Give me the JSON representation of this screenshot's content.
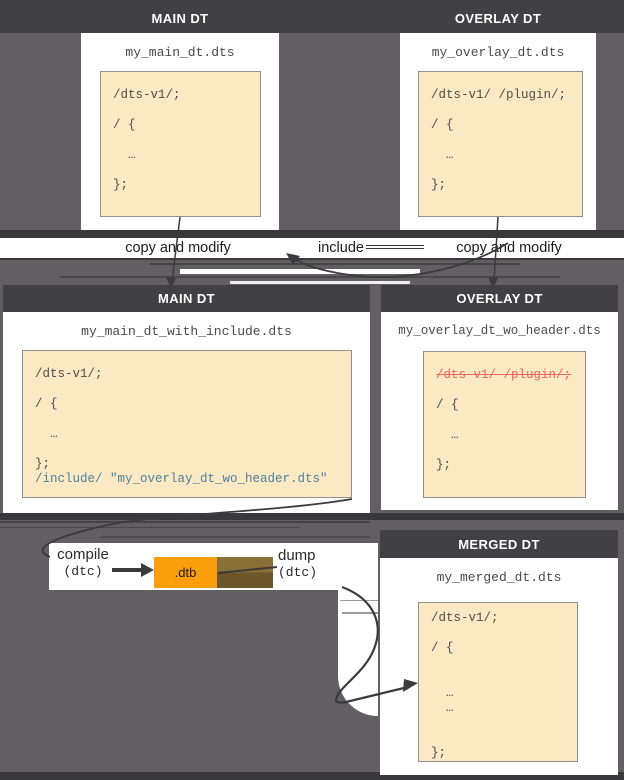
{
  "colors": {
    "background": "#615f61",
    "band_dark": "#414042",
    "strip_dark": "#39383a",
    "card_bg": "#ffffff",
    "code_bg": "#fbe9c3",
    "code_border": "#8f8f8f",
    "code_text": "#4d4d4d",
    "accent_blue": "#4e7f9e",
    "accent_red": "#e8695c",
    "accent_orange": "#fb9e0c",
    "artifact_brown": "#7b6330",
    "arrow": "#3b3a3c"
  },
  "cards": {
    "main_top": {
      "header": "MAIN DT",
      "filename": "my_main_dt.dts",
      "code": [
        {
          "text": "/dts-v1/;"
        },
        {
          "text": ""
        },
        {
          "text": "/ {"
        },
        {
          "text": ""
        },
        {
          "text": "  …"
        },
        {
          "text": ""
        },
        {
          "text": "};"
        }
      ]
    },
    "overlay_top": {
      "header": "OVERLAY DT",
      "filename": "my_overlay_dt.dts",
      "code": [
        {
          "text": "/dts-v1/ /plugin/;"
        },
        {
          "text": ""
        },
        {
          "text": "/ {"
        },
        {
          "text": ""
        },
        {
          "text": "  …"
        },
        {
          "text": ""
        },
        {
          "text": "};"
        }
      ]
    },
    "main_mid": {
      "header": "MAIN DT",
      "filename": "my_main_dt_with_include.dts",
      "code": [
        {
          "text": "/dts-v1/;"
        },
        {
          "text": ""
        },
        {
          "text": "/ {"
        },
        {
          "text": ""
        },
        {
          "text": "  …"
        },
        {
          "text": ""
        },
        {
          "text": "};"
        },
        {
          "text": "/include/ \"my_overlay_dt_wo_header.dts\"",
          "style": "blue"
        }
      ]
    },
    "overlay_mid": {
      "header": "OVERLAY DT",
      "filename": "my_overlay_dt_wo_header.dts",
      "code": [
        {
          "text": "/dts-v1/ /plugin/;",
          "style": "red-strike"
        },
        {
          "text": ""
        },
        {
          "text": "/ {"
        },
        {
          "text": ""
        },
        {
          "text": "  …"
        },
        {
          "text": ""
        },
        {
          "text": "};"
        }
      ]
    },
    "merged": {
      "header": "MERGED DT",
      "filename": "my_merged_dt.dts",
      "code": [
        {
          "text": "/dts-v1/;"
        },
        {
          "text": ""
        },
        {
          "text": "/ {"
        },
        {
          "text": ""
        },
        {
          "text": ""
        },
        {
          "text": "  …"
        },
        {
          "text": "  …"
        },
        {
          "text": ""
        },
        {
          "text": ""
        },
        {
          "text": "};"
        }
      ]
    }
  },
  "labels": {
    "copy_and_modify_left": "copy and modify",
    "include": "include",
    "copy_and_modify_right": "copy and modify",
    "compile": "compile",
    "compile_tool": "(dtc)",
    "dtb": ".dtb",
    "dump": "dump",
    "dump_tool": "(dtc)"
  }
}
